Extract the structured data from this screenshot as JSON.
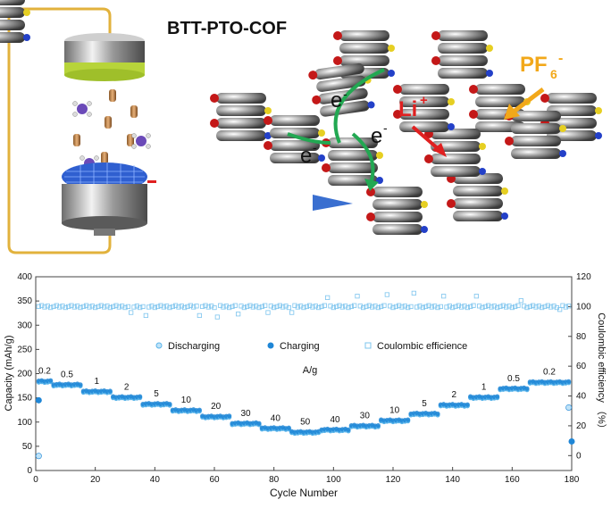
{
  "schematic": {
    "title": "BTT-PTO-COF",
    "electron_label": "e",
    "electron_superscript": "-",
    "li_label": "Li",
    "li_superscript": "+",
    "anion_label": "PF",
    "anion_subscript": "6",
    "anion_superscript": "-"
  },
  "colors": {
    "wire": "#e2b23c",
    "li_arrow": "#e02020",
    "electron_arrow": "#22a852",
    "anion_arrow": "#f2a81a",
    "charge_series": "#1f86d6",
    "discharge_series": "#5ab4ea",
    "efficiency_series": "#7cc4ee"
  },
  "chart_data": {
    "type": "scatter",
    "xlabel": "Cycle Number",
    "ylabel": "Capacity (mAh/g)",
    "y2label": "Coulombic efficiency （%）",
    "xlim": [
      0,
      180
    ],
    "ylim": [
      0,
      400
    ],
    "y2lim": [
      -10,
      120
    ],
    "xticks": [
      0,
      20,
      40,
      60,
      80,
      100,
      120,
      140,
      160,
      180
    ],
    "yticks": [
      0,
      50,
      100,
      150,
      200,
      250,
      300,
      350,
      400
    ],
    "y2ticks": [
      0,
      20,
      40,
      60,
      80,
      100,
      120
    ],
    "legend": [
      "Discharging",
      "Charging",
      "Coulombic efficience"
    ],
    "legend_position": "center",
    "unit_label": "A/g",
    "rate_steps": [
      {
        "label": "0.2",
        "from": 1,
        "to": 5,
        "capacity": 185
      },
      {
        "label": "0.5",
        "from": 6,
        "to": 15,
        "capacity": 178
      },
      {
        "label": "1",
        "from": 16,
        "to": 25,
        "capacity": 164
      },
      {
        "label": "2",
        "from": 26,
        "to": 35,
        "capacity": 152
      },
      {
        "label": "5",
        "from": 36,
        "to": 45,
        "capacity": 138
      },
      {
        "label": "10",
        "from": 46,
        "to": 55,
        "capacity": 125
      },
      {
        "label": "20",
        "from": 56,
        "to": 65,
        "capacity": 112
      },
      {
        "label": "30",
        "from": 66,
        "to": 75,
        "capacity": 98
      },
      {
        "label": "40",
        "from": 76,
        "to": 85,
        "capacity": 88
      },
      {
        "label": "50",
        "from": 86,
        "to": 95,
        "capacity": 80
      },
      {
        "label": "40",
        "from": 96,
        "to": 105,
        "capacity": 85
      },
      {
        "label": "30",
        "from": 106,
        "to": 115,
        "capacity": 93
      },
      {
        "label": "10",
        "from": 116,
        "to": 125,
        "capacity": 104
      },
      {
        "label": "5",
        "from": 126,
        "to": 135,
        "capacity": 118
      },
      {
        "label": "2",
        "from": 136,
        "to": 145,
        "capacity": 136
      },
      {
        "label": "1",
        "from": 146,
        "to": 155,
        "capacity": 152
      },
      {
        "label": "0.5",
        "from": 156,
        "to": 165,
        "capacity": 170
      },
      {
        "label": "0.2",
        "from": 166,
        "to": 179,
        "capacity": 183
      }
    ],
    "special_points": [
      {
        "series": "Charging",
        "x": 1,
        "y": 145
      },
      {
        "series": "Discharging",
        "x": 1,
        "y": 30
      },
      {
        "series": "Discharging",
        "x": 179,
        "y": 130
      },
      {
        "series": "Charging",
        "x": 180,
        "y": 60
      }
    ],
    "efficiency_baseline": 100,
    "efficiency_outliers": [
      {
        "x": 32,
        "y": 96
      },
      {
        "x": 37,
        "y": 94
      },
      {
        "x": 55,
        "y": 94
      },
      {
        "x": 61,
        "y": 93
      },
      {
        "x": 68,
        "y": 95
      },
      {
        "x": 78,
        "y": 96
      },
      {
        "x": 86,
        "y": 96
      },
      {
        "x": 98,
        "y": 106
      },
      {
        "x": 108,
        "y": 107
      },
      {
        "x": 118,
        "y": 108
      },
      {
        "x": 127,
        "y": 109
      },
      {
        "x": 137,
        "y": 107
      },
      {
        "x": 148,
        "y": 107
      },
      {
        "x": 163,
        "y": 104
      },
      {
        "x": 176,
        "y": 98
      }
    ]
  }
}
